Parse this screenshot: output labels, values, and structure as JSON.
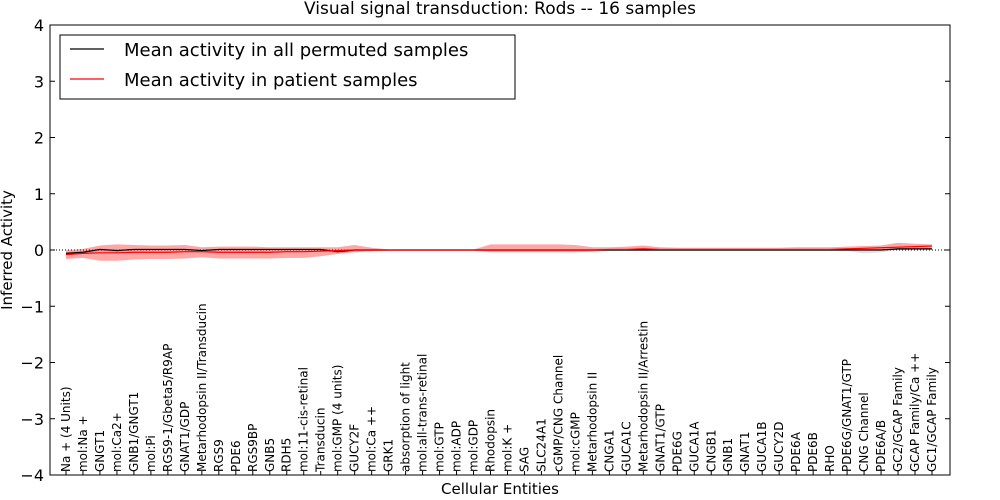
{
  "chart_data": {
    "type": "line",
    "title": "Visual signal transduction: Rods -- 16 samples",
    "xlabel": "Cellular Entities",
    "ylabel": "Inferred Activity",
    "ylim": [
      -4,
      4
    ],
    "yticks": [
      "−4",
      "−3",
      "−2",
      "−1",
      "0",
      "1",
      "2",
      "3",
      "4"
    ],
    "ytick_values": [
      -4,
      -3,
      -2,
      -1,
      0,
      1,
      2,
      3,
      4
    ],
    "legend": {
      "placement": "top-left"
    },
    "grid": false,
    "categories": [
      "Na + (4 Units)",
      "mol:Na +",
      "GNGT1",
      "mol:Ca2+",
      "GNB1/GNGT1",
      "mol:Pi",
      "RGS9-1/Gbeta5/R9AP",
      "GNAT1/GDP",
      "Metarhodopsin II/Transducin",
      "RGS9",
      "PDE6",
      "RGS9BP",
      "GNB5",
      "RDH5",
      "mol:11-cis-retinal",
      "Transducin",
      "mol:GMP (4 units)",
      "GUCY2F",
      "mol:Ca ++",
      "GRK1",
      "absorption of light",
      "mol:all-trans-retinal",
      "mol:GTP",
      "mol:ADP",
      "mol:GDP",
      "Rhodopsin",
      "mol:K +",
      "SAG",
      "SLC24A1",
      "cGMP/CNG Channel",
      "mol:cGMP",
      "Metarhodopsin II",
      "CNGA1",
      "GUCA1C",
      "Metarhodopsin II/Arrestin",
      "GNAT1/GTP",
      "PDE6G",
      "GUCA1A",
      "CNGB1",
      "GNB1",
      "GNAT1",
      "GUCA1B",
      "GUCY2D",
      "PDE6A",
      "PDE6B",
      "RHO",
      "PDE6G/GNAT1/GTP",
      "CNG Channel",
      "PDE6A/B",
      "GC2/GCAP Family",
      "GCAP Family/Ca ++",
      "GC1/GCAP Family"
    ],
    "series": [
      {
        "name": "Mean activity in all permuted samples",
        "color": "#000000",
        "values": [
          -0.06,
          -0.04,
          0.01,
          -0.01,
          0.01,
          0.01,
          0.01,
          0.01,
          -0.01,
          0.01,
          0.01,
          0.01,
          0.01,
          0.01,
          0.01,
          0.01,
          -0.03,
          0.0,
          0.0,
          0.0,
          0.0,
          0.0,
          0.0,
          0.0,
          0.0,
          0.0,
          0.0,
          0.0,
          0.0,
          0.0,
          0.0,
          0.0,
          0.0,
          0.0,
          0.0,
          0.0,
          0.0,
          0.0,
          0.0,
          0.0,
          0.0,
          0.0,
          0.0,
          0.0,
          0.0,
          0.0,
          0.0,
          0.0,
          0.0,
          0.02,
          0.02,
          0.02
        ],
        "band_upper": [
          -0.04,
          -0.02,
          0.03,
          0.01,
          0.02,
          0.02,
          0.02,
          0.02,
          0.01,
          0.02,
          0.02,
          0.02,
          0.02,
          0.02,
          0.02,
          0.02,
          -0.01,
          0.01,
          0.01,
          0.01,
          0.01,
          0.01,
          0.01,
          0.01,
          0.01,
          0.01,
          0.01,
          0.01,
          0.01,
          0.01,
          0.01,
          0.01,
          0.01,
          0.01,
          0.01,
          0.01,
          0.01,
          0.01,
          0.01,
          0.01,
          0.01,
          0.01,
          0.01,
          0.01,
          0.01,
          0.01,
          0.01,
          0.01,
          0.01,
          0.03,
          0.03,
          0.03
        ],
        "band_lower": [
          -0.09,
          -0.07,
          -0.02,
          -0.04,
          -0.01,
          -0.01,
          -0.01,
          -0.01,
          -0.04,
          -0.01,
          -0.01,
          -0.01,
          -0.01,
          -0.01,
          -0.01,
          -0.01,
          -0.06,
          -0.02,
          -0.02,
          -0.02,
          -0.02,
          -0.02,
          -0.02,
          -0.02,
          -0.02,
          -0.02,
          -0.02,
          -0.02,
          -0.02,
          -0.02,
          -0.02,
          -0.02,
          -0.02,
          -0.02,
          -0.02,
          -0.02,
          -0.02,
          -0.02,
          -0.02,
          -0.02,
          -0.02,
          -0.02,
          -0.02,
          -0.02,
          -0.02,
          -0.02,
          -0.02,
          -0.06,
          -0.04,
          0.0,
          0.0,
          0.0
        ]
      },
      {
        "name": "Mean activity in patient samples",
        "color": "#ff0000",
        "values": [
          -0.08,
          -0.06,
          -0.05,
          -0.05,
          -0.04,
          -0.04,
          -0.04,
          -0.03,
          -0.03,
          -0.04,
          -0.04,
          -0.04,
          -0.04,
          -0.03,
          -0.03,
          -0.02,
          -0.01,
          0.0,
          0.0,
          0.0,
          0.0,
          0.0,
          0.0,
          0.0,
          0.0,
          0.0,
          0.0,
          0.0,
          0.0,
          0.0,
          0.0,
          0.0,
          0.01,
          0.01,
          0.02,
          0.01,
          0.01,
          0.01,
          0.01,
          0.01,
          0.01,
          0.01,
          0.01,
          0.01,
          0.01,
          0.01,
          0.02,
          0.03,
          0.04,
          0.05,
          0.06,
          0.07
        ],
        "band_upper": [
          -0.01,
          0.02,
          0.08,
          0.1,
          0.09,
          0.08,
          0.08,
          0.09,
          0.05,
          0.06,
          0.06,
          0.06,
          0.05,
          0.05,
          0.05,
          0.05,
          0.05,
          0.09,
          0.04,
          0.01,
          0.01,
          0.01,
          0.01,
          0.01,
          0.01,
          0.1,
          0.1,
          0.1,
          0.1,
          0.1,
          0.09,
          0.05,
          0.05,
          0.06,
          0.08,
          0.05,
          0.04,
          0.04,
          0.04,
          0.04,
          0.04,
          0.04,
          0.04,
          0.05,
          0.05,
          0.05,
          0.06,
          0.07,
          0.08,
          0.13,
          0.11,
          0.1
        ],
        "band_lower": [
          -0.16,
          -0.14,
          -0.19,
          -0.19,
          -0.17,
          -0.16,
          -0.16,
          -0.15,
          -0.13,
          -0.15,
          -0.15,
          -0.15,
          -0.15,
          -0.14,
          -0.14,
          -0.11,
          -0.07,
          -0.04,
          -0.02,
          -0.01,
          -0.01,
          -0.01,
          -0.01,
          -0.01,
          -0.01,
          -0.04,
          -0.04,
          -0.04,
          -0.04,
          -0.04,
          -0.04,
          -0.03,
          -0.01,
          -0.01,
          -0.01,
          -0.01,
          -0.01,
          -0.01,
          -0.01,
          -0.01,
          -0.01,
          -0.01,
          -0.01,
          -0.01,
          -0.01,
          -0.01,
          -0.01,
          0.0,
          0.0,
          0.0,
          0.01,
          0.02
        ]
      }
    ]
  }
}
